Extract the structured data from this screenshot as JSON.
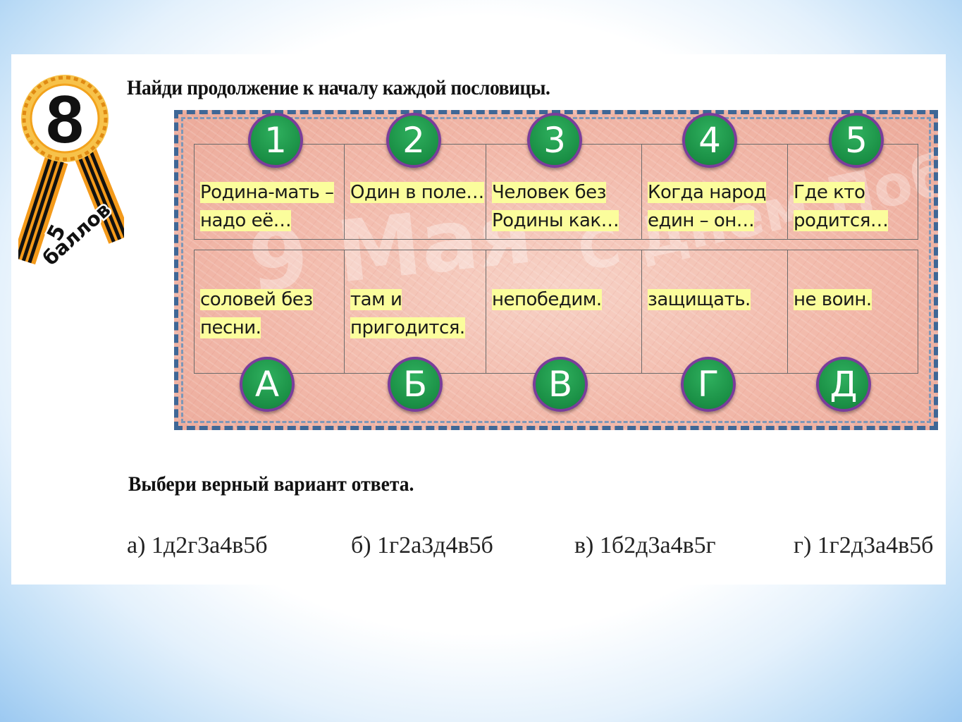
{
  "badge": {
    "number": "8",
    "points_number": "5",
    "points_word": "баллов",
    "colors": {
      "gold": "#f2a21c",
      "ribbon_orange": "#f39a1b",
      "ribbon_black": "#111111"
    }
  },
  "task": {
    "title": "Найди продолжение к началу каждой пословицы."
  },
  "board": {
    "watermark": "9 Мая",
    "watermark2": "С Днём Победы!",
    "colors": {
      "frame": "#3f6796",
      "circle_fill": "#1a8f45",
      "circle_ring": "#7a3d9a",
      "highlight": "#fbfd9c"
    },
    "beginnings": [
      {
        "marker": "1",
        "text": "Родина-мать – надо её…"
      },
      {
        "marker": "2",
        "text": "Один в поле…"
      },
      {
        "marker": "3",
        "text": "Человек без Родины как…"
      },
      {
        "marker": "4",
        "text": "Когда народ един – он…"
      },
      {
        "marker": "5",
        "text": "Где кто родится…"
      }
    ],
    "endings": [
      {
        "marker": "А",
        "text": "соловей без песни."
      },
      {
        "marker": "Б",
        "text": "там и пригодится."
      },
      {
        "marker": "В",
        "text": "непобедим."
      },
      {
        "marker": "Г",
        "text": "защищать."
      },
      {
        "marker": "Д",
        "text": "не воин."
      }
    ]
  },
  "answers": {
    "title": "Выбери верный вариант ответа.",
    "options": [
      "а) 1д2г3а4в5б",
      "б) 1г2а3д4в5б",
      "в) 1б2д3а4в5г",
      "г) 1г2д3а4в5б"
    ]
  }
}
